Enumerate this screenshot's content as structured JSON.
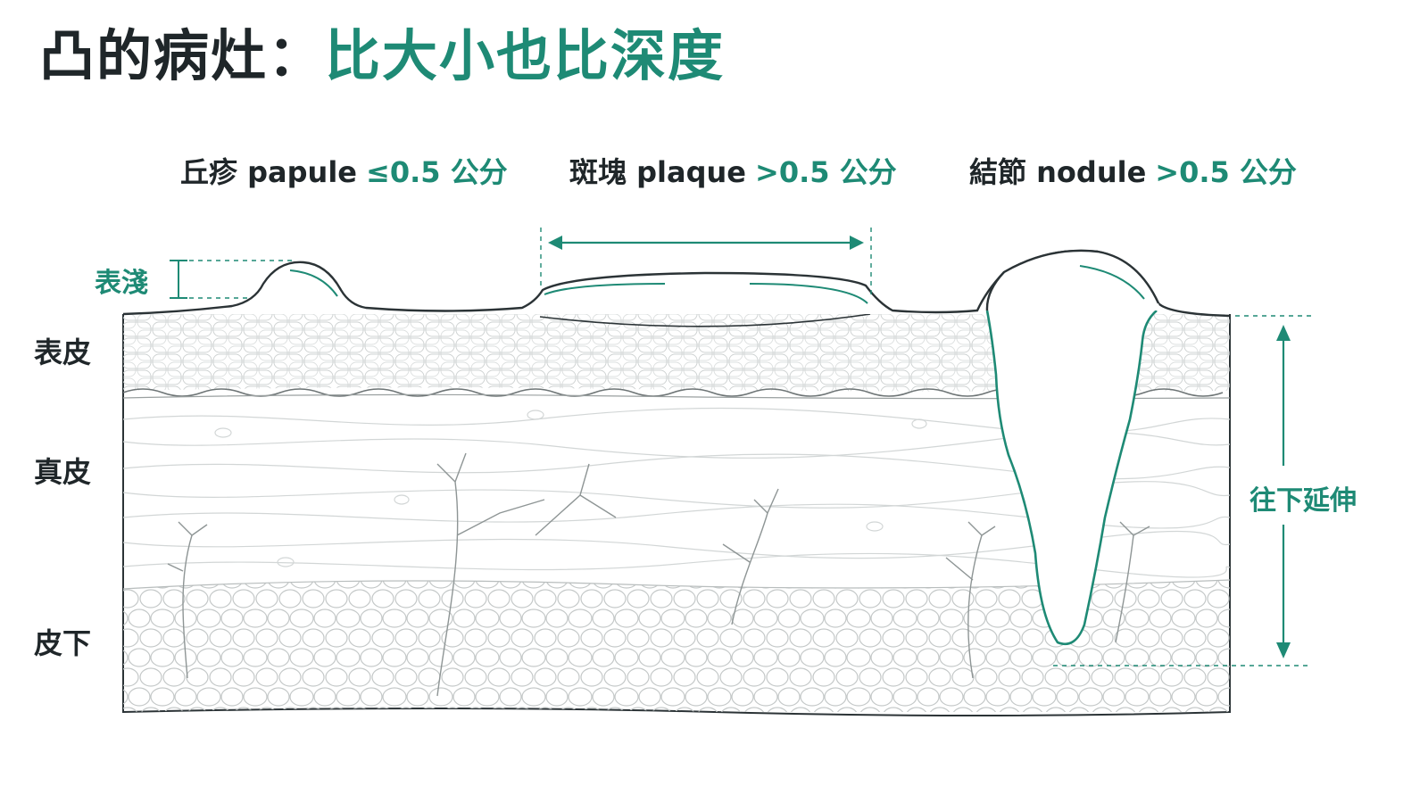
{
  "title": {
    "main": "凸的病灶",
    "separator": "：",
    "sub": "比大小也比深度"
  },
  "lesions": [
    {
      "name": "丘疹 papule",
      "size": "≤0.5 公分"
    },
    {
      "name": "斑塊 plaque",
      "size": ">0.5 公分"
    },
    {
      "name": "結節 nodule",
      "size": ">0.5 公分"
    }
  ],
  "layers": {
    "epidermis": "表皮",
    "dermis": "真皮",
    "subcutis": "皮下"
  },
  "annotations": {
    "shallow": "表淺",
    "extends_down": "往下延伸"
  },
  "colors": {
    "accent": "#1e8a75",
    "ink": "#1f2629",
    "line": "#bfc4c4"
  }
}
